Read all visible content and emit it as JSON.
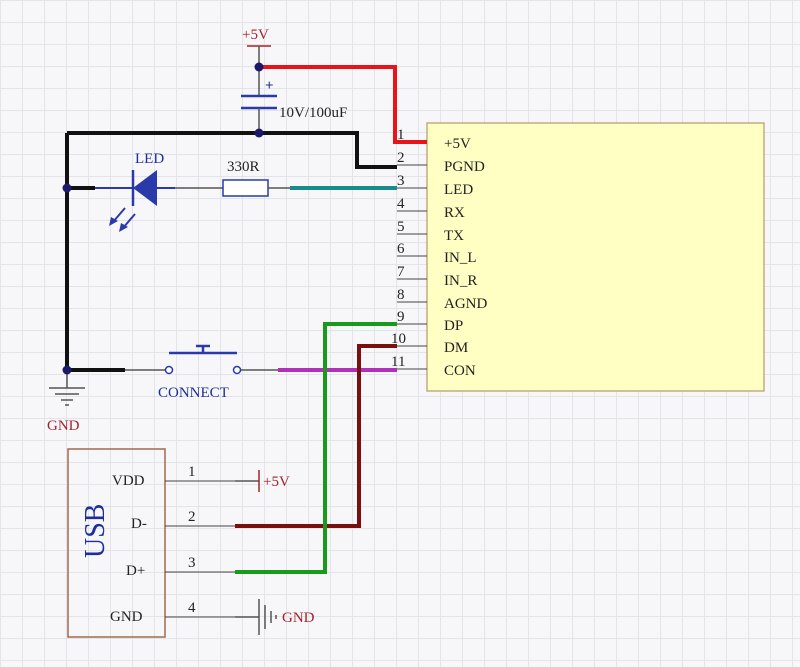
{
  "supply": {
    "top_label": "+5V",
    "capacitor_label": "10V/100uF",
    "capacitor_polarity": "+"
  },
  "led": {
    "label": "LED"
  },
  "resistor": {
    "label": "330R"
  },
  "button": {
    "label": "CONNECT"
  },
  "ground": {
    "label": "GND"
  },
  "module": {
    "pins": [
      {
        "num": "1",
        "name": "+5V"
      },
      {
        "num": "2",
        "name": "PGND"
      },
      {
        "num": "3",
        "name": "LED"
      },
      {
        "num": "4",
        "name": "RX"
      },
      {
        "num": "5",
        "name": "TX"
      },
      {
        "num": "6",
        "name": "IN_L"
      },
      {
        "num": "7",
        "name": "IN_R"
      },
      {
        "num": "8",
        "name": "AGND"
      },
      {
        "num": "9",
        "name": "DP"
      },
      {
        "num": "10",
        "name": "DM"
      },
      {
        "num": "11",
        "name": "CON"
      }
    ]
  },
  "usb": {
    "title": "USB",
    "pins": [
      {
        "num": "1",
        "name": "VDD",
        "net": "+5V"
      },
      {
        "num": "2",
        "name": "D-",
        "net": ""
      },
      {
        "num": "3",
        "name": "D+",
        "net": ""
      },
      {
        "num": "4",
        "name": "GND",
        "net": "GND"
      }
    ]
  },
  "colors": {
    "red_wire": "#e8141a",
    "black_wire": "#111111",
    "teal_wire": "#1a8a8a",
    "green_wire": "#1a9a1a",
    "darkred_wire": "#7a0f0f",
    "magenta_wire": "#b030b8",
    "module_fill": "#ffffc4",
    "label_red": "#a3242a",
    "label_blue": "#1f2f9a"
  }
}
